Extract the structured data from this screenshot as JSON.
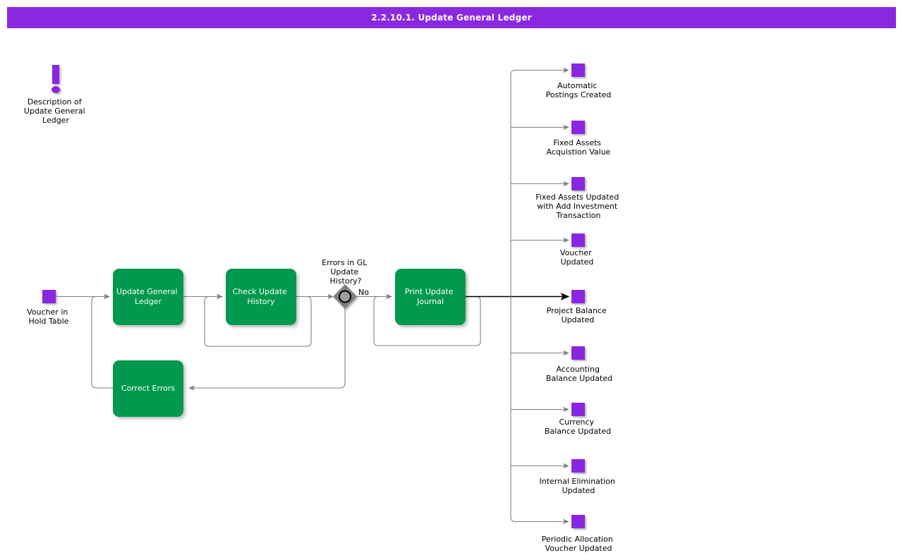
{
  "title": "2.2.10.1. Update General Ledger",
  "theme": {
    "header_bg": "#8A28E0",
    "header_text": "#FFFFFF",
    "task_fill": "#00994D",
    "task_text": "#FFFFFF",
    "event_fill": "#8A28E0",
    "connector": "#808080",
    "connector_main": "#000000",
    "gateway_fill": "#808080",
    "page_bg": "#FFFFFF"
  },
  "annotation": {
    "icon": "exclamation-mark-icon",
    "label_lines": [
      "Description of",
      "Update General",
      "Ledger"
    ]
  },
  "start_event": {
    "icon": "event-square-icon",
    "label_lines": [
      "Voucher in",
      "Hold Table"
    ]
  },
  "tasks": [
    {
      "id": "update-general-ledger",
      "label_lines": [
        "Update General",
        "Ledger"
      ]
    },
    {
      "id": "check-update-history",
      "label_lines": [
        "Check Update",
        "History"
      ]
    },
    {
      "id": "correct-errors",
      "label_lines": [
        "Correct Errors"
      ]
    },
    {
      "id": "print-update-journal",
      "label_lines": [
        "Print Update",
        "Journal"
      ]
    }
  ],
  "gateway": {
    "id": "errors-in-gl-update-history",
    "label_lines": [
      "Errors in GL",
      "Update",
      "History?"
    ],
    "branch_label": "No",
    "type": "inclusive-gateway"
  },
  "end_events": [
    {
      "id": "automatic-postings-created",
      "label_lines": [
        "Automatic",
        "Postings Created"
      ],
      "main": false
    },
    {
      "id": "fixed-assets-acquistion-value",
      "label_lines": [
        "Fixed Assets",
        "Acquistion Value"
      ],
      "main": false
    },
    {
      "id": "fixed-assets-updated-with-add-investment-transaction",
      "label_lines": [
        "Fixed Assets Updated",
        "with Add Investment",
        "Transaction"
      ],
      "main": false
    },
    {
      "id": "voucher-updated",
      "label_lines": [
        "Voucher",
        "Updated"
      ],
      "main": false
    },
    {
      "id": "project-balance-updated",
      "label_lines": [
        "Project Balance",
        "Updated"
      ],
      "main": true
    },
    {
      "id": "accounting-balance-updated",
      "label_lines": [
        "Accounting",
        "Balance Updated"
      ],
      "main": false
    },
    {
      "id": "currency-balance-updated",
      "label_lines": [
        "Currency",
        "Balance Updated"
      ],
      "main": false
    },
    {
      "id": "internal-elimination-updated",
      "label_lines": [
        "Internal Elimination",
        "Updated"
      ],
      "main": false
    },
    {
      "id": "periodic-allocation-voucher-updated",
      "label_lines": [
        "Periodic Allocation",
        "Voucher Updated"
      ],
      "main": false
    }
  ]
}
